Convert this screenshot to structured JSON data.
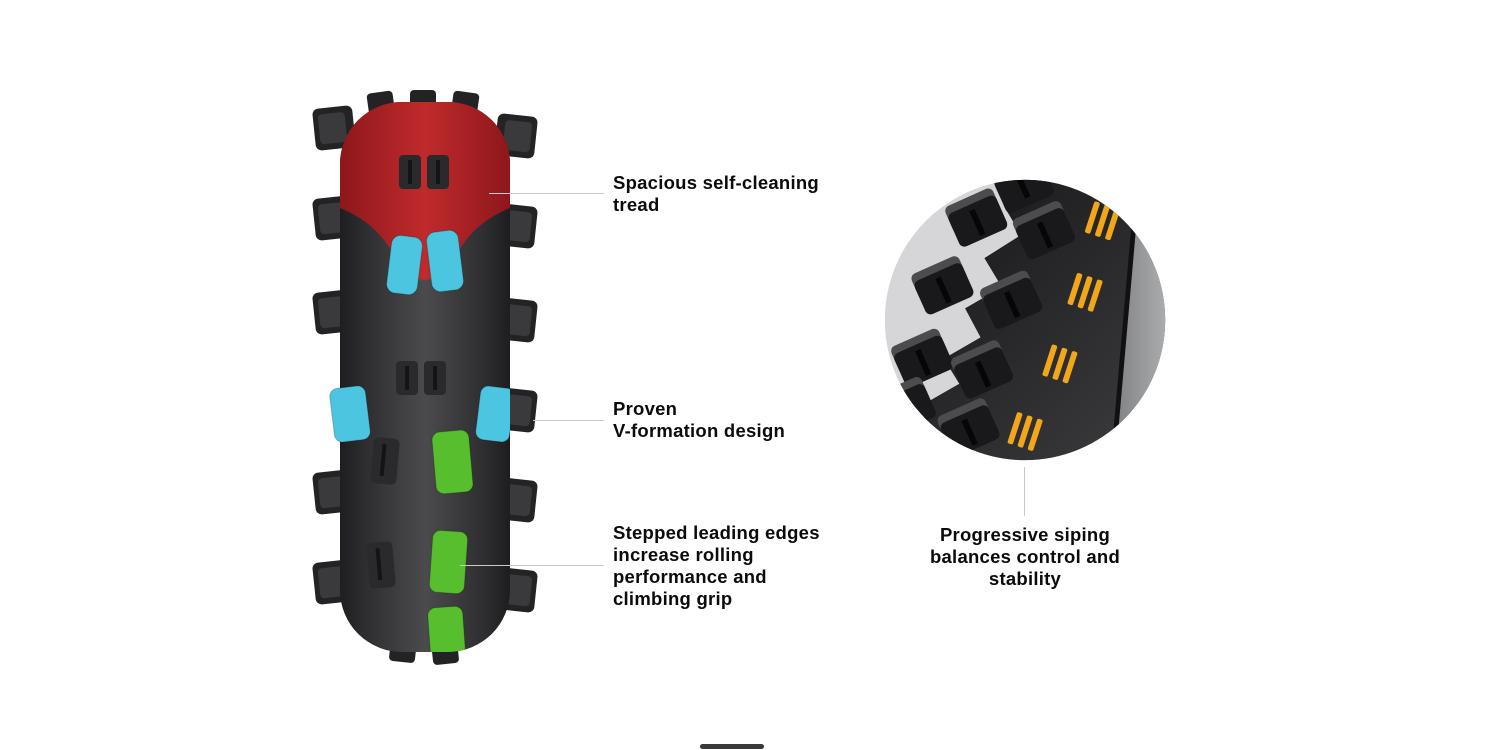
{
  "colors": {
    "page_bg": "#ffffff",
    "text": "#0b0b0b",
    "leader_line": "#c9c9c9",
    "cyan_highlight": "#4cc5e0",
    "green_highlight": "#57bf2d",
    "yellow_sipe": "#f2a71b",
    "tire_red_band": "#b7292b",
    "tire_body_gray": "#4b4b4e",
    "detail_background": "#d6d6d8"
  },
  "annotations": {
    "tread": {
      "label": "Spacious self-cleaning\ntread"
    },
    "v_formation": {
      "label": "Proven\nV-formation design"
    },
    "stepped_edges": {
      "label": "Stepped leading edges\nincrease rolling\nperformance and\nclimbing grip"
    },
    "siping": {
      "label": "Progressive siping\nbalances control and\nstability"
    }
  }
}
